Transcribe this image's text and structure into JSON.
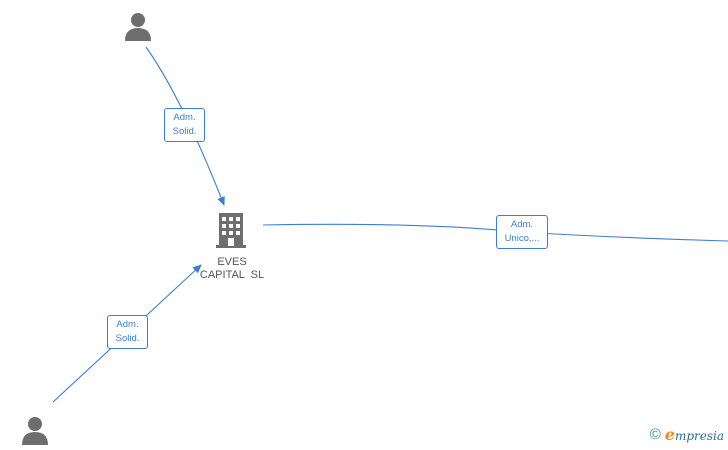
{
  "company": {
    "name_line1": "EVES",
    "name_line2": "CAPITAL  SL",
    "icon": "building-icon"
  },
  "persons": [
    {
      "id": "person-top",
      "icon": "person-icon"
    },
    {
      "id": "person-bottom-left",
      "icon": "person-icon"
    }
  ],
  "relations": [
    {
      "from": "person-top",
      "to": "company",
      "label_line1": "Adm.",
      "label_line2": "Solid."
    },
    {
      "from": "person-bottom-left",
      "to": "company",
      "label_line1": "Adm.",
      "label_line2": "Solid."
    },
    {
      "from": "company",
      "to": "offscreen-right",
      "label_line1": "Adm.",
      "label_line2": "Unico,..."
    }
  ],
  "brand": {
    "copyright_symbol": "©",
    "name_first": "e",
    "name_rest": "mpresia"
  },
  "colors": {
    "edge": "#3b7fd4",
    "icon": "#6e6e6e",
    "brand_orange": "#f08a24",
    "brand_blue": "#2a6f97"
  }
}
